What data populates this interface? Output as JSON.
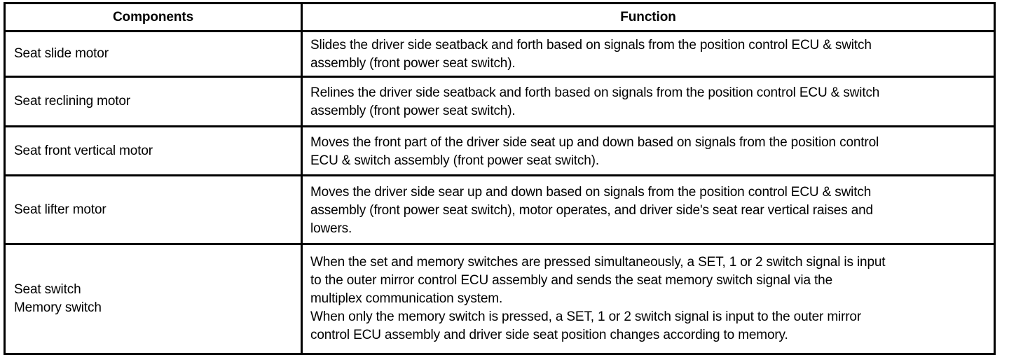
{
  "table": {
    "columns": [
      {
        "key": "components",
        "header": "Components"
      },
      {
        "key": "function",
        "header": "Function"
      }
    ],
    "rows": [
      {
        "component": "Seat slide motor",
        "function": "Slides the driver side seatback and forth based on signals from the position control ECU & switch\nassembly (front power seat switch)."
      },
      {
        "component": "Seat reclining motor",
        "function": "Relines the driver side seatback and forth based on signals from the position control ECU & switch\nassembly (front power seat switch)."
      },
      {
        "component": "Seat front vertical motor",
        "function": "Moves the front part of the driver side seat up and down based on signals from the position control\nECU & switch assembly (front power seat switch)."
      },
      {
        "component": "Seat lifter motor",
        "function": "Moves the driver side sear up and down based on signals from the position control ECU & switch\nassembly (front power seat switch), motor operates, and driver side's seat rear vertical raises and\nlowers."
      },
      {
        "component": "Seat switch\nMemory switch",
        "function": "When the set and memory switches are pressed simultaneously, a SET, 1 or 2 switch signal is input\nto the outer mirror control ECU assembly and sends the seat memory switch signal via the\nmultiplex communication system.\nWhen only the memory switch is pressed, a SET, 1 or 2 switch signal is input to the outer mirror\ncontrol ECU assembly and driver side seat position changes according to memory."
      }
    ]
  },
  "colors": {
    "border": "#000000",
    "background": "#ffffff",
    "text": "#000000"
  }
}
